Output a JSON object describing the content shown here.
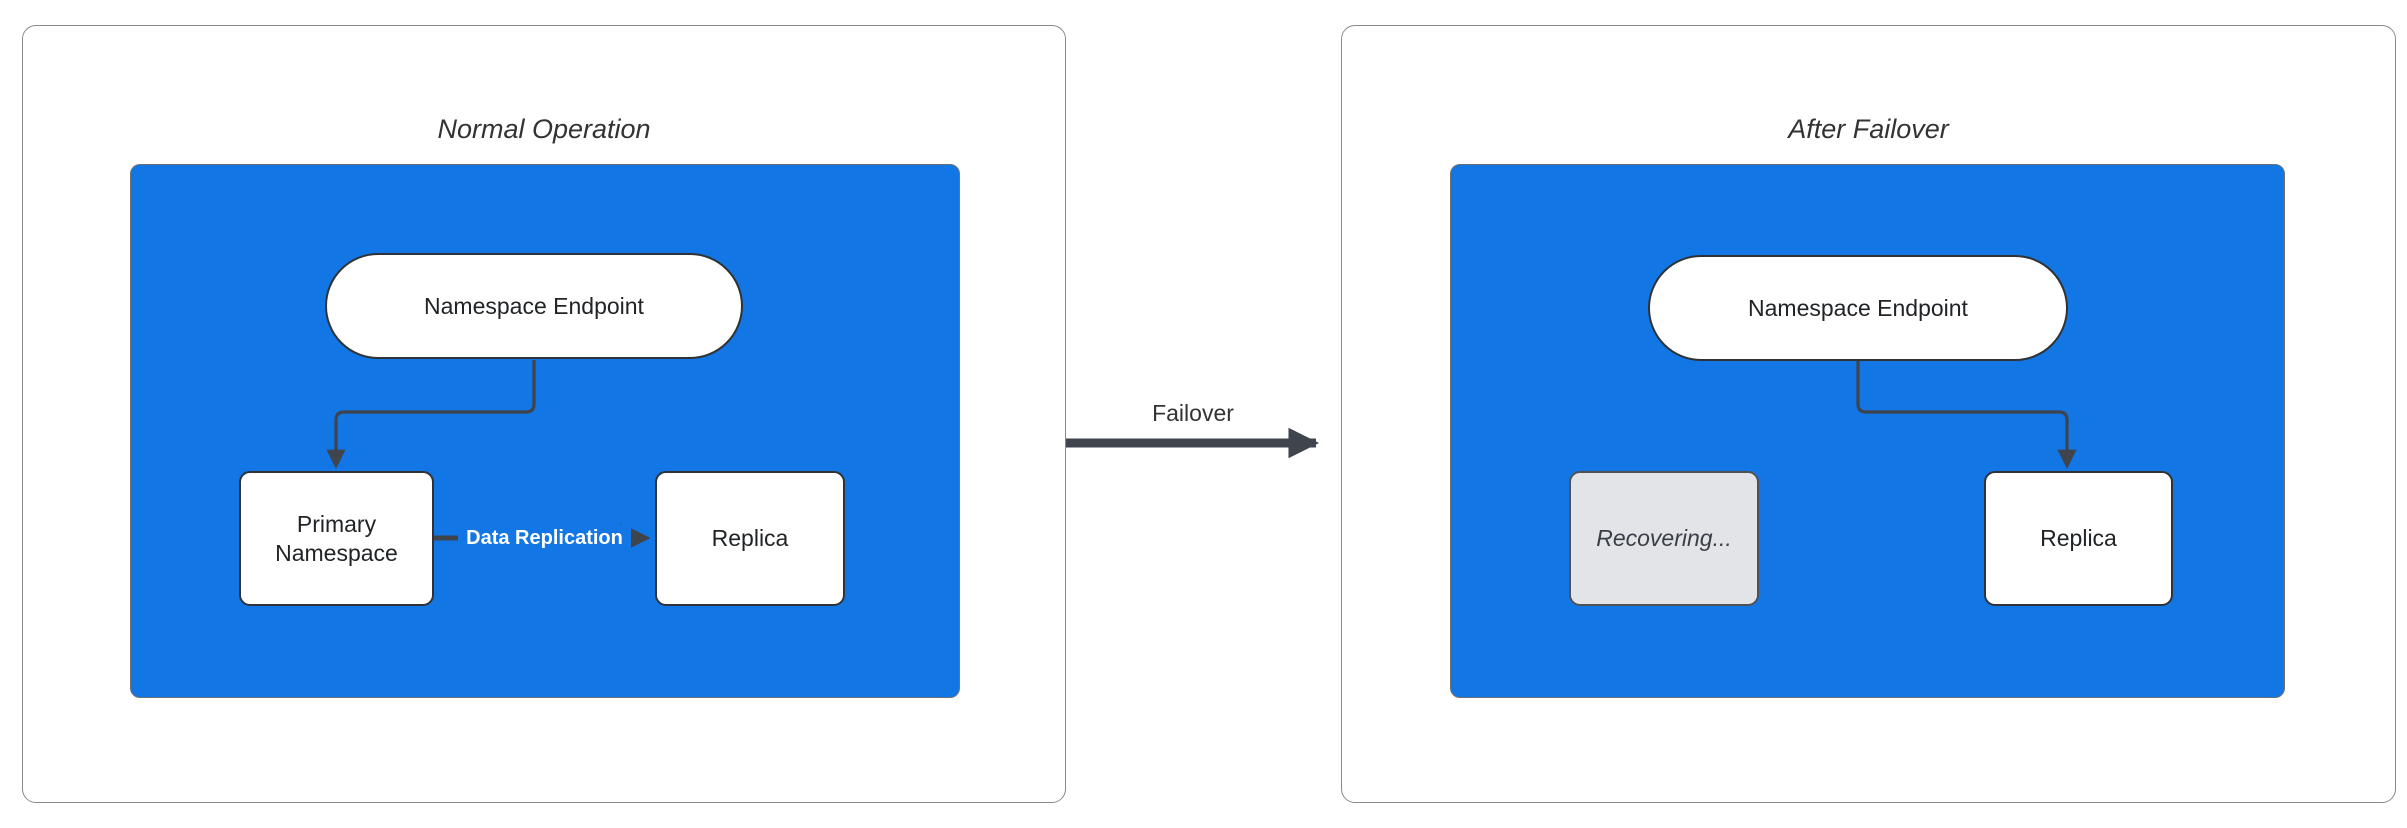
{
  "colors": {
    "container-fill": "#1277e4",
    "container-border": "#6d7074",
    "node-fill": "#ffffff",
    "node-border": "#2f3236",
    "node-text": "#212427",
    "edge": "#3f444d",
    "edge-label-text": "#ffffff",
    "recovering-fill": "#e2e4e8",
    "recovering-border": "#505356",
    "recovering-text": "#3a3f47",
    "panel-border": "#8a8a8a",
    "title-text": "#333333",
    "canvas-bg": "#ffffff"
  },
  "left_panel": {
    "title": "Normal Operation",
    "endpoint_label": "Namespace Endpoint",
    "primary_label": "Primary Namespace",
    "replica_label": "Replica",
    "replication_edge_label": "Data Replication"
  },
  "failover_edge": {
    "label": "Failover"
  },
  "right_panel": {
    "title": "After Failover",
    "endpoint_label": "Namespace Endpoint",
    "recovering_label": "Recovering...",
    "replica_label": "Replica"
  }
}
